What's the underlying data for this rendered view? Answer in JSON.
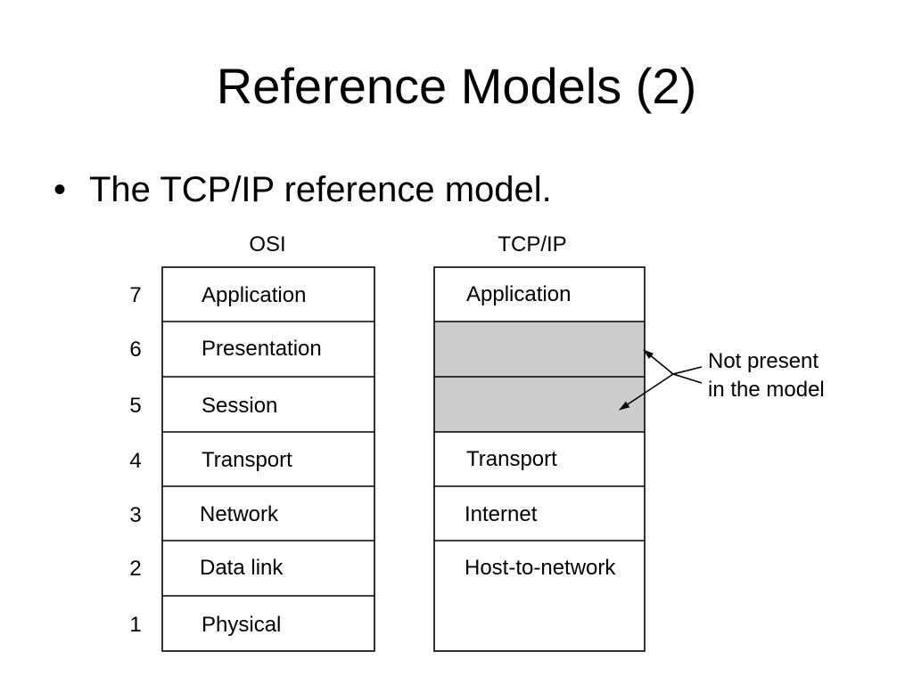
{
  "slide": {
    "title": "Reference Models (2)",
    "bullet_marker": "•",
    "bullet_text": "The TCP/IP reference model."
  },
  "diagram": {
    "osi_header": "OSI",
    "tcpip_header": "TCP/IP",
    "layer_numbers": [
      "7",
      "6",
      "5",
      "4",
      "3",
      "2",
      "1"
    ],
    "osi_layers": [
      "Application",
      "Presentation",
      "Session",
      "Transport",
      "Network",
      "Data link",
      "Physical"
    ],
    "tcpip_layers": [
      "Application",
      "",
      "",
      "Transport",
      "Internet",
      "Host-to-network",
      ""
    ],
    "absent_layers_note_line1": "Not present",
    "absent_layers_note_line2": "in the model",
    "colors": {
      "absent_fill": "#cccccc",
      "border": "#000000"
    }
  }
}
